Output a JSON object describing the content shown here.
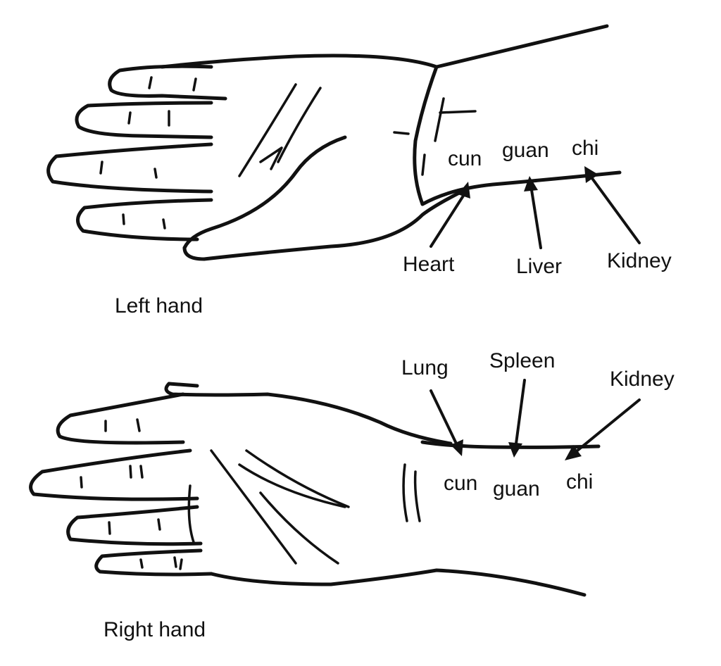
{
  "left_hand": {
    "caption": "Left hand",
    "positions": [
      "cun",
      "guan",
      "chi"
    ],
    "organs": [
      "Heart",
      "Liver",
      "Kidney"
    ]
  },
  "right_hand": {
    "caption": "Right hand",
    "positions": [
      "cun",
      "guan",
      "chi"
    ],
    "organs": [
      "Lung",
      "Spleen",
      "Kidney"
    ]
  }
}
